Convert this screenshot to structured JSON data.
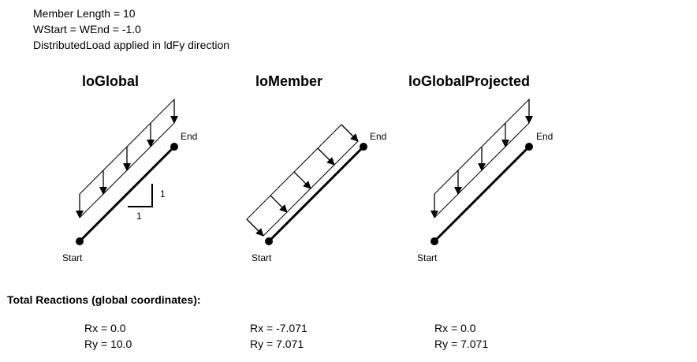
{
  "info": {
    "line1": "Member Length = 10",
    "line2": "WStart = WEnd = -1.0",
    "line3": "DistributedLoad applied in ldFy direction"
  },
  "diagrams": [
    {
      "title": "loGlobal",
      "start_label": "Start",
      "end_label": "End",
      "slope_run": "1",
      "slope_rise": "1"
    },
    {
      "title": "loMember",
      "start_label": "Start",
      "end_label": "End"
    },
    {
      "title": "loGlobalProjected",
      "start_label": "Start",
      "end_label": "End"
    }
  ],
  "reactions": {
    "heading": "Total Reactions (global coordinates):",
    "items": [
      {
        "rx": "Rx = 0.0",
        "ry": "Ry = 10.0"
      },
      {
        "rx": "Rx = -7.071",
        "ry": "Ry = 7.071"
      },
      {
        "rx": "Rx = 0.0",
        "ry": "Ry = 7.071"
      }
    ]
  }
}
